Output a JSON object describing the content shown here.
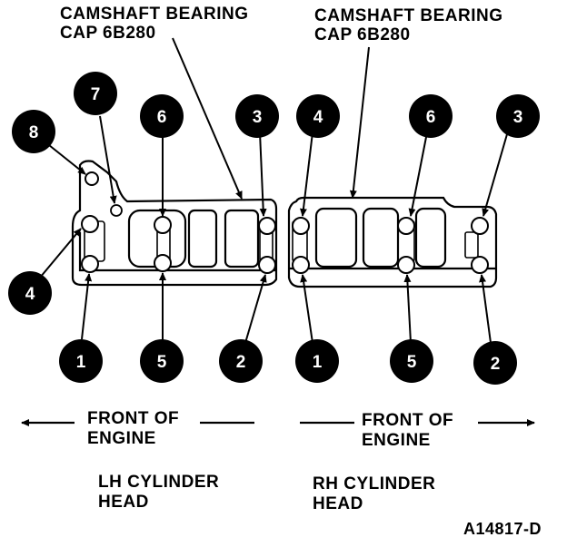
{
  "callouts": {
    "lh_cap_label": [
      "CAMSHAFT BEARING",
      "CAP 6B280"
    ],
    "rh_cap_label": [
      "CAMSHAFT BEARING",
      "CAP 6B280"
    ]
  },
  "lh_head": {
    "bolt_numbers": {
      "top_far_left": "8",
      "top_left": "7",
      "top_mid": "6",
      "top_right": "3",
      "side_left": "4",
      "bottom_left": "1",
      "bottom_mid": "5",
      "bottom_right": "2"
    },
    "front_of_engine": [
      "FRONT OF",
      "ENGINE"
    ],
    "head_label": [
      "LH CYLINDER",
      "HEAD"
    ]
  },
  "rh_head": {
    "bolt_numbers": {
      "top_left": "4",
      "top_mid": "6",
      "top_right": "3",
      "bottom_left": "1",
      "bottom_mid": "5",
      "bottom_right": "2"
    },
    "front_of_engine": [
      "FRONT OF",
      "ENGINE"
    ],
    "head_label": [
      "RH CYLINDER",
      "HEAD"
    ]
  },
  "figure_id": "A14817-D",
  "colors": {
    "ink": "#000000",
    "paper": "#ffffff",
    "number_text": "#ffffff"
  }
}
